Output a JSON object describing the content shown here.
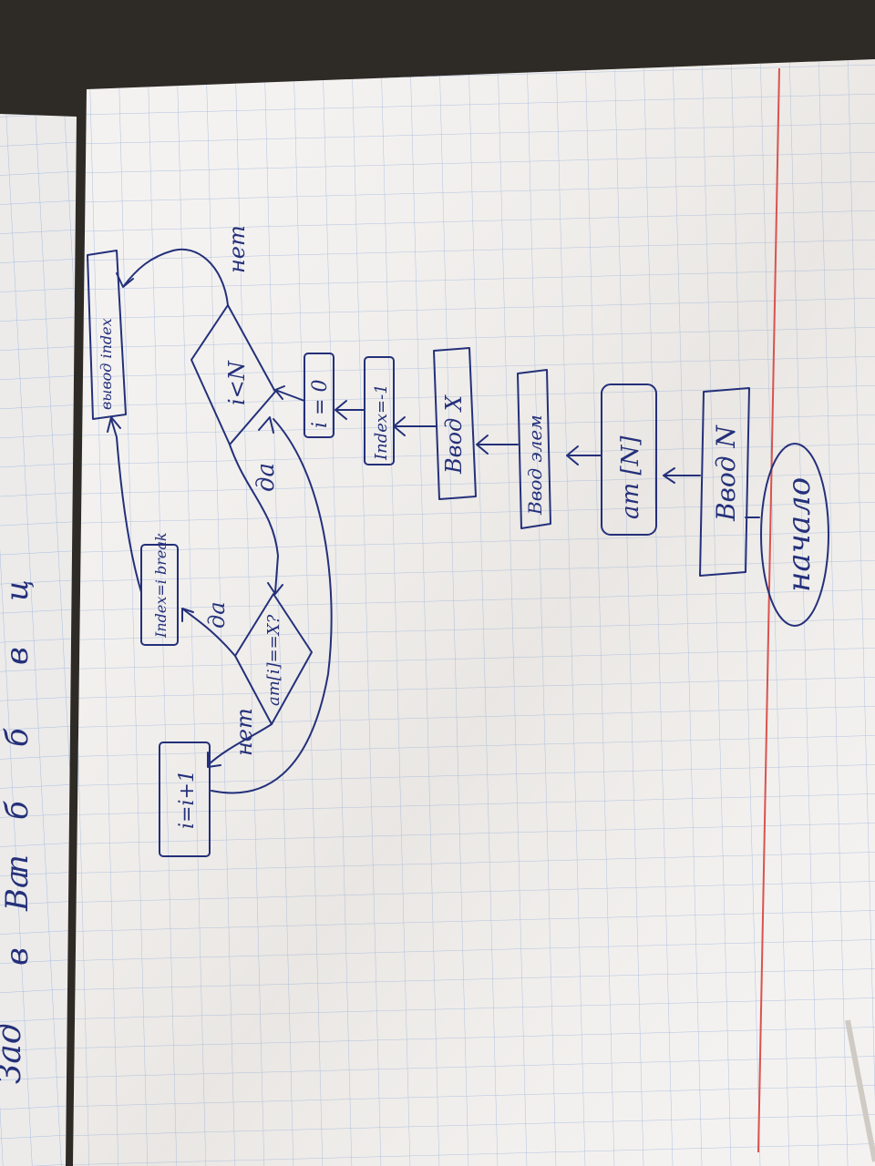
{
  "photo": {
    "subject": "",
    "paper_color": "#f4f2f0",
    "grid_color": "#a9bde0",
    "margin_line_color": "#d9534f",
    "ink_color": "#24307a"
  },
  "flowchart": {
    "start": "начало",
    "input_n": "Ввод N",
    "array_decl": "ат [N]",
    "input_elements": "Ввод элем",
    "input_x": "Ввод X",
    "index_init": "Index=-1",
    "i_init": "i = 0",
    "loop_condition": "i<N",
    "compare_condition": "ат[i]==X?",
    "increment": "i=i+1",
    "assign_index": "Index=i break",
    "output": "вывод index",
    "label_yes_1": "да",
    "label_yes_2": "да",
    "label_no_1": "нет",
    "label_no_2": "нет"
  },
  "left_page_fragments": [
    "Зад",
    "в",
    "Ва",
    "б",
    "ц",
    "б",
    "в",
    "п"
  ]
}
